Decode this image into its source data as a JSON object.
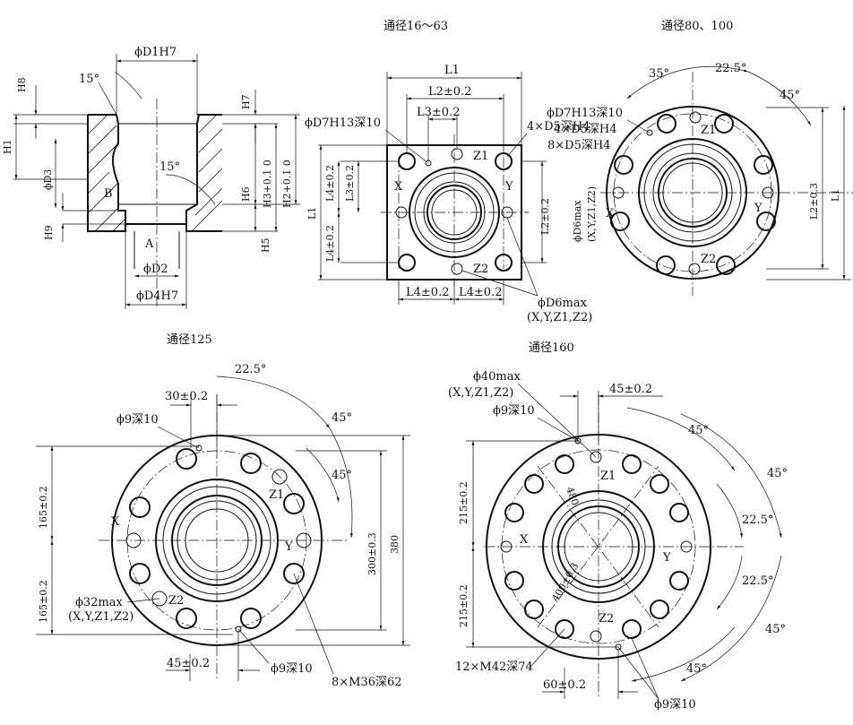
{
  "titles": {
    "d16_63": "通径16～63",
    "d80_100": "通径80、100",
    "d125": "通径125",
    "d160": "通径160"
  },
  "section": {
    "phiD1": "ϕD1H7",
    "angle_top": "15°",
    "angle_mid": "15°",
    "H8": "H8",
    "H1": "H1",
    "phiD3": "ϕD3",
    "H9": "H9",
    "B": "B",
    "A": "A",
    "phiD2": "ϕD2",
    "phiD4": "ϕD4H7",
    "H7": "H7",
    "H6": "H6",
    "H5": "H5",
    "H3": "H3+0.1 0",
    "H2": "H2+0.1 0"
  },
  "v16": {
    "L1_top": "L1",
    "L2_pm": "L2±0.2",
    "L3_pm": "L3±0.2",
    "D7": "ϕD7H13深10",
    "D5_4": "4×D5深H4",
    "Z1": "Z1",
    "X": "X",
    "Y": "Y",
    "Z2": "Z2",
    "L4_a": "L4±0.2",
    "L4_b": "L4±0.2",
    "L4_v": "L4±0.2",
    "L3_v": "L3±0.2",
    "L1_left": "L1",
    "L4_v2": "L4±0.2",
    "L2_right": "L2±0.2",
    "D6": "ϕD6max",
    "D6_sub": "(X,Y,Z1,Z2)"
  },
  "v80": {
    "a35": "35°",
    "a225": "22.5°",
    "a45": "45°",
    "D7": "ϕD7H13深10",
    "D5_8": "8×D5深H4",
    "D6": "ϕD6max",
    "D6_sub": "(X,Y,Z1,Z2)",
    "Z1": "Z1",
    "X": "X",
    "Y": "Y",
    "Z2": "Z2",
    "L2": "L2±0.3",
    "L1": "L1"
  },
  "v125": {
    "a225": "22.5°",
    "a45a": "45°",
    "a45b": "45°",
    "d30": "30±0.2",
    "phi9_top": "ϕ9深10",
    "d165a": "165±0.2",
    "d165b": "165±0.2",
    "d300": "300±0.3",
    "d380": "380",
    "phi32": "ϕ32max",
    "phi32_sub": "(X,Y,Z1,Z2)",
    "d45": "45±0.2",
    "phi9_bot": "ϕ9深10",
    "m36": "8×M36深62",
    "Z1": "Z1",
    "X": "X",
    "Y": "Y",
    "Z2": "Z2"
  },
  "v160": {
    "phi40": "ϕ40max",
    "phi40_sub": "(X,Y,Z1,Z2)",
    "d45": "45±0.2",
    "phi9_top": "ϕ9深10",
    "d215a": "215±0.2",
    "d215b": "215±0.2",
    "d480": "480",
    "d400": "400±0.3",
    "a45a": "45°",
    "a45b": "45°",
    "a225a": "22.5°",
    "a225b": "22.5°",
    "a45c": "45°",
    "a45d": "45°",
    "m42": "12×M42深74",
    "d60": "60±0.2",
    "phi9_bot": "ϕ9深10",
    "Z1": "Z1",
    "X": "X",
    "Y": "Y",
    "Z2": "Z2"
  }
}
